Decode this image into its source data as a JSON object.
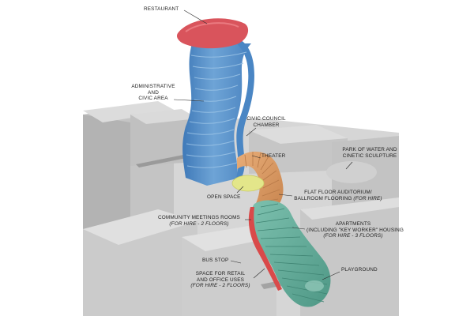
{
  "labels": {
    "restaurant": "RESTAURANT",
    "admin_line1": "ADMINISTRATIVE",
    "admin_line2": "AND",
    "admin_line3": "CIVIC AREA",
    "council_line1": "CIVIC COUNCIL",
    "council_line2": "CHAMBER",
    "park_line1": "PARK OF WATER AND",
    "park_line2": "CINETIC SCULPTURE",
    "theater": "THEATER",
    "open_space": "OPEN SPACE",
    "auditorium_line1": "FLAT FLOOR AUDITORIUM/",
    "auditorium_line2": "BALLROOM FLOORING",
    "auditorium_hire": "(FOR HIRE)",
    "community_line1": "COMMUNITY MEETINGS ROOMS",
    "community_line2": "(FOR HIRE - 2 FLOORS)",
    "apartments_line1": "APARTMENTS",
    "apartments_line2": "(INCLUDING \"KEY WORKER\" HOUSING",
    "apartments_line3": "(FOR HIRE - 3 FLOORS)",
    "bus_stop": "BUS STOP",
    "retail_line1": "SPACE FOR RETAIL",
    "retail_line2": "AND OFFICE USES",
    "retail_line3": "(FOR HIRE - 2 FLOORS)",
    "playground": "PLAYGROUND"
  },
  "colors": {
    "restaurant": "#d9545c",
    "tower": "#5d93c8",
    "theater": "#d99a62",
    "open_space": "#e3e68a",
    "apartments": "#6fb2a0",
    "retail": "#d94a4a",
    "buildings": "#c9c9c9",
    "ground": "#d4d4d4",
    "leader": "#2a2a2a"
  }
}
